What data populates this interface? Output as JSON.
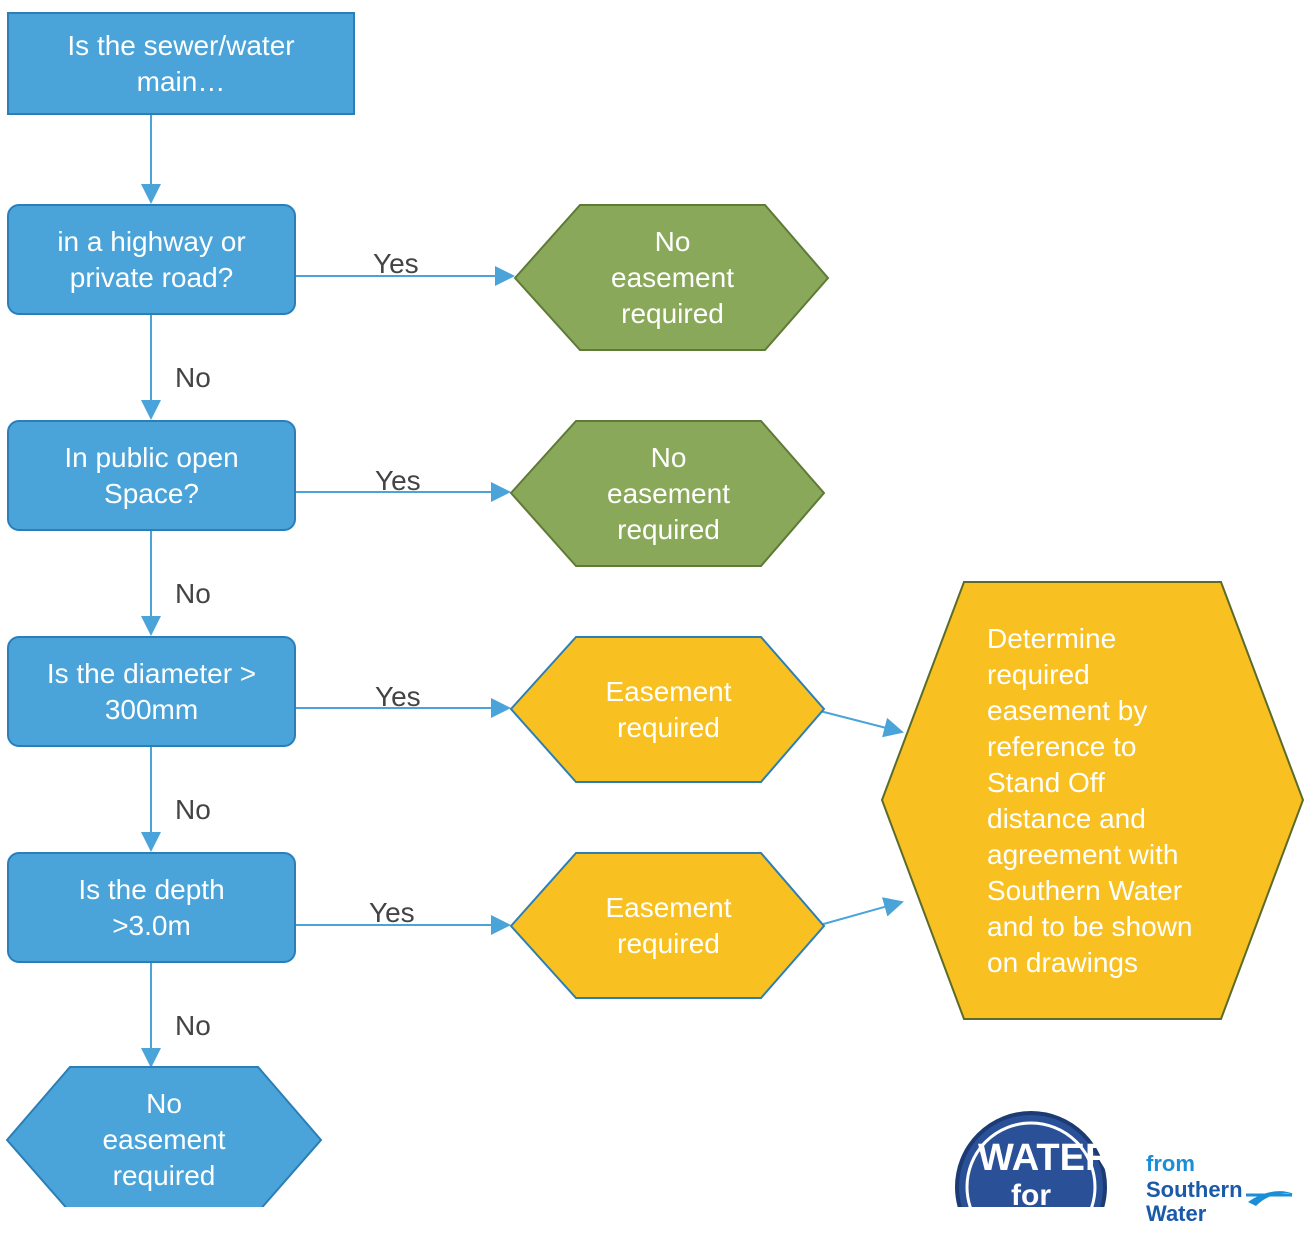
{
  "start": {
    "text": "Is the sewer/water main…"
  },
  "decisions": [
    {
      "text": "in a highway or private road?"
    },
    {
      "text": "In public open Space?"
    },
    {
      "text": "Is the diameter > 300mm"
    },
    {
      "text": "Is the depth >3.0m"
    }
  ],
  "outcomes": [
    {
      "text": "No easement required"
    },
    {
      "text": "No easement required"
    },
    {
      "text": "Easement required"
    },
    {
      "text": "Easement required"
    },
    {
      "text": "No easement required"
    }
  ],
  "final": {
    "text": "Determine required easement by reference to Stand Off distance and agreement with Southern Water and to be shown on drawings"
  },
  "labels": {
    "yes": "Yes",
    "no": "No"
  },
  "logo": {
    "badge_line1": "WATER",
    "badge_line2": "for LIFE",
    "from": "from",
    "southern": "Southern",
    "water": "Water"
  },
  "colors": {
    "blue": "#4aa3d9",
    "green": "#8aa85a",
    "yellow": "#f8c020",
    "arrow": "#4aa3d9"
  }
}
